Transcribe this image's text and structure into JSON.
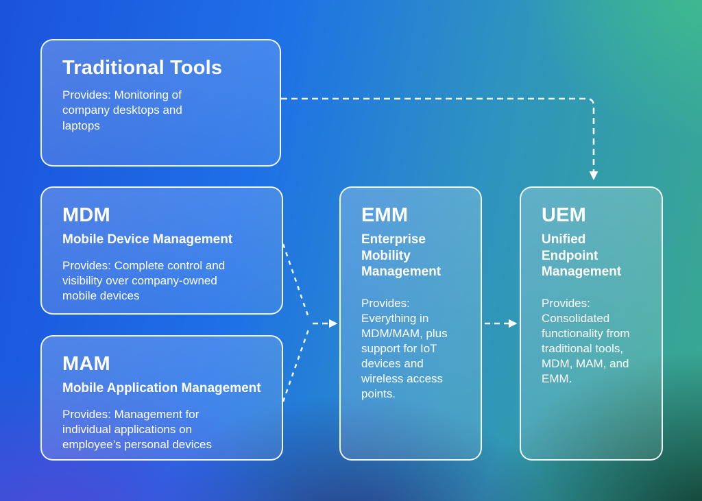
{
  "diagram": {
    "title_implied": "Evolution from traditional tools, MDM and MAM to EMM and UEM",
    "cards": [
      {
        "id": "traditional-tools",
        "title": "Traditional Tools",
        "subtitle": "",
        "body": "Provides: Monitoring of\ncompany desktops and\nlaptops"
      },
      {
        "id": "mdm",
        "title": "MDM",
        "subtitle": "Mobile Device Management",
        "body": "Provides: Complete control and\nvisibility over company-owned\nmobile devices"
      },
      {
        "id": "mam",
        "title": "MAM",
        "subtitle": "Mobile Application Management",
        "body": "Provides: Management for\nindividual applications on\nemployee’s personal devices"
      },
      {
        "id": "emm",
        "title": "EMM",
        "subtitle": "Enterprise\nMobility\nManagement",
        "body": "Provides:\nEverything in\nMDM/MAM, plus\nsupport for IoT\ndevices and\nwireless access\npoints."
      },
      {
        "id": "uem",
        "title": "UEM",
        "subtitle": "Unified\nEndpoint\nManagement",
        "body": "Provides:\nConsolidated\nfunctionality from\ntraditional tools,\nMDM, MAM, and\nEMM."
      }
    ],
    "connectors": [
      {
        "from": "traditional-tools",
        "to": "uem",
        "style": "dashed-arrow"
      },
      {
        "from": "mdm",
        "to": "emm",
        "style": "dashed-arrow"
      },
      {
        "from": "mam",
        "to": "emm",
        "style": "dashed-arrow"
      },
      {
        "from": "emm",
        "to": "uem",
        "style": "dashed-arrow"
      }
    ],
    "colors": {
      "text": "#ffffff",
      "card_border": "#ffffff",
      "connector": "#ffffff",
      "bg_top_left_blue": "#1b53da",
      "bg_top_mid_blue": "#1e7bf0",
      "bg_top_right_green": "#3fbb8d",
      "bg_bottom_left_purple": "#4d4ad6",
      "bg_bottom_mid_navy": "#293179",
      "bg_bottom_right_dark_green": "#0f3930"
    }
  }
}
